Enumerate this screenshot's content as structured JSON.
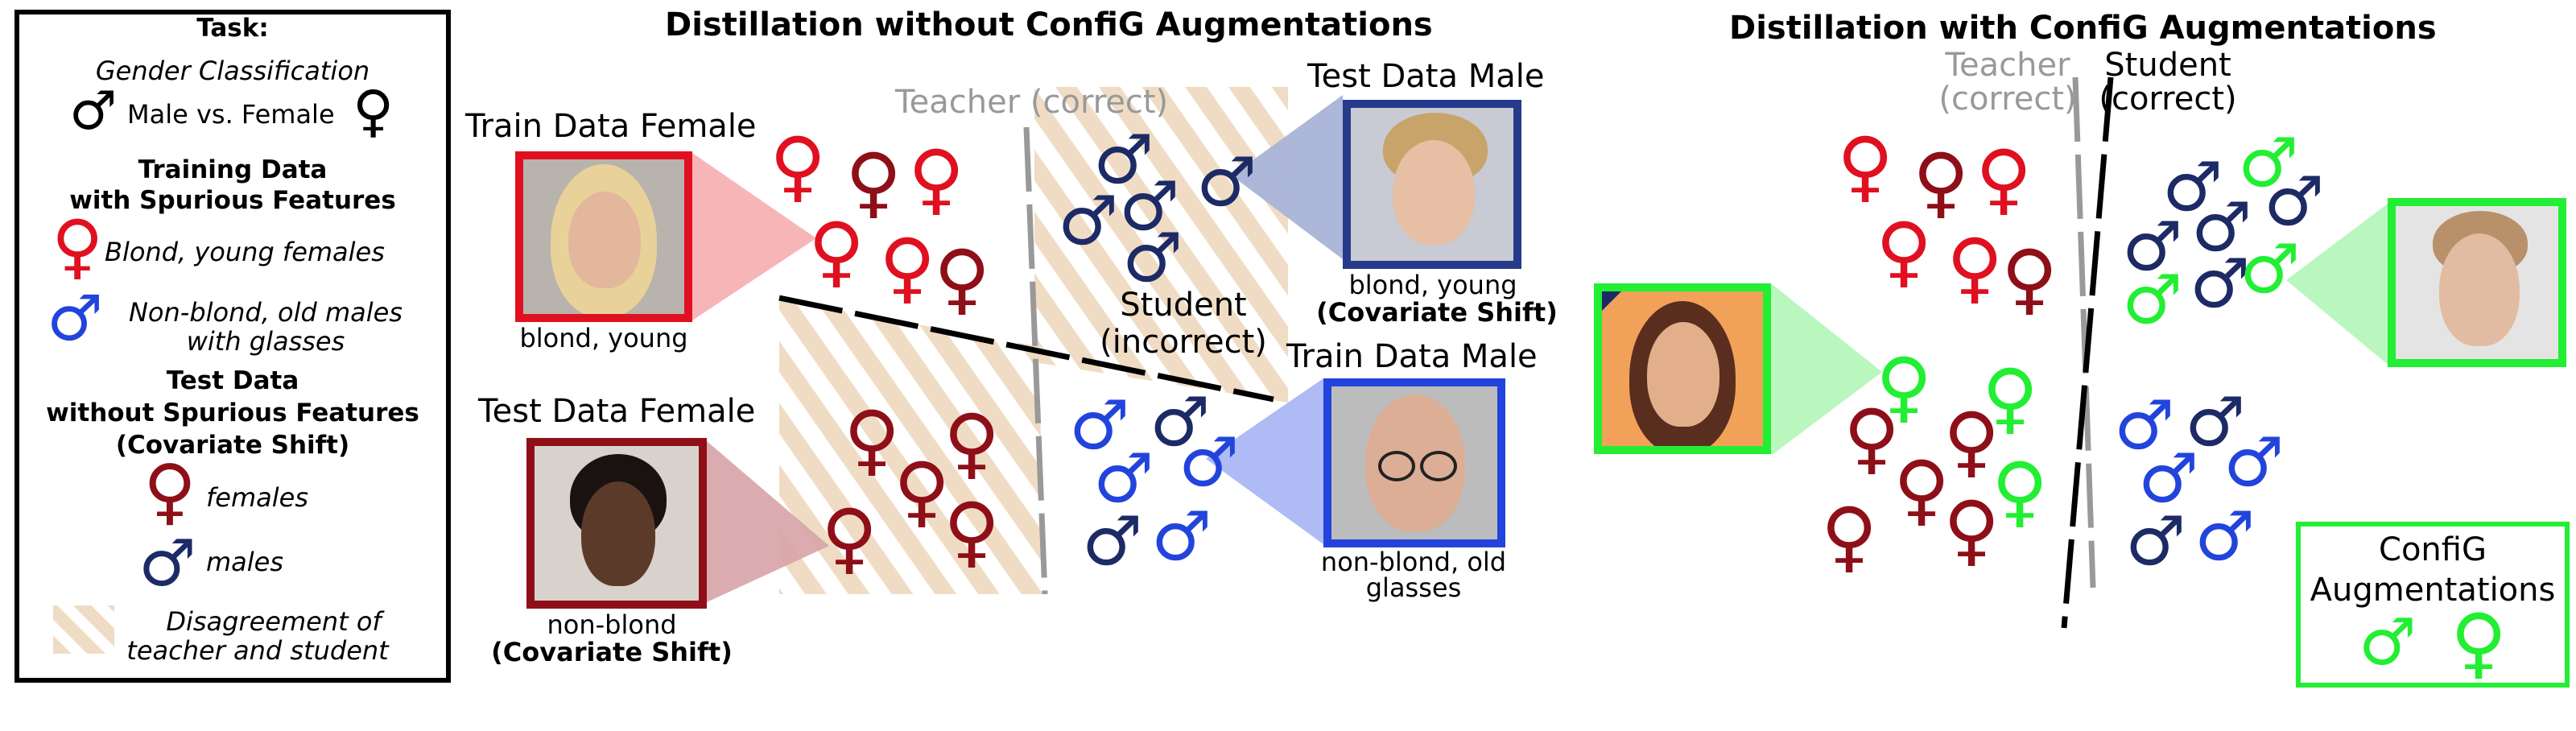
{
  "legend": {
    "task_title": "Task:",
    "task_name": "Gender Classification",
    "task_male": "Male vs. Female",
    "training_title_1": "Training Data",
    "training_title_2": "with Spurious Features",
    "train_female_desc": "Blond, young females",
    "train_male_desc_1": "Non-blond, old males",
    "train_male_desc_2": "with glasses",
    "test_title_1": "Test Data",
    "test_title_2": "without Spurious Features",
    "test_title_3": "(Covariate Shift)",
    "test_female_desc": "females",
    "test_male_desc": "males",
    "disagree_1": "Disagreement of",
    "disagree_2": "teacher and student"
  },
  "left_panel": {
    "title": "Distillation without ConfiG Augmentations",
    "train_female_label": "Train Data Female",
    "train_female_caption": "blond, young",
    "test_female_label": "Test Data Female",
    "test_female_caption_1": "non-blond",
    "test_female_caption_2": "(Covariate Shift)",
    "teacher_label": "Teacher (correct)",
    "student_label_1": "Student",
    "student_label_2": "(incorrect)",
    "test_male_label": "Test Data Male",
    "test_male_caption_1": "blond, young",
    "test_male_caption_2": "(Covariate Shift)",
    "train_male_label": "Train Data Male",
    "train_male_caption_1": "non-blond, old",
    "train_male_caption_2": "glasses"
  },
  "right_panel": {
    "title": "Distillation with ConfiG Augmentations",
    "teacher_label_1": "Teacher",
    "teacher_label_2": "(correct)",
    "student_label_1": "Student",
    "student_label_2": "(correct)",
    "augment_label_1": "ConfiG",
    "augment_label_2": "Augmentations"
  },
  "symbols": {
    "female": "♀",
    "male": "♂"
  },
  "colors": {
    "train_female": "#e01020",
    "test_female": "#8e0f18",
    "train_male": "#2244dd",
    "test_male": "#1c2a66",
    "augment": "#22ee33",
    "teacher_line": "#999999",
    "hatch": "#f0dcc4"
  }
}
